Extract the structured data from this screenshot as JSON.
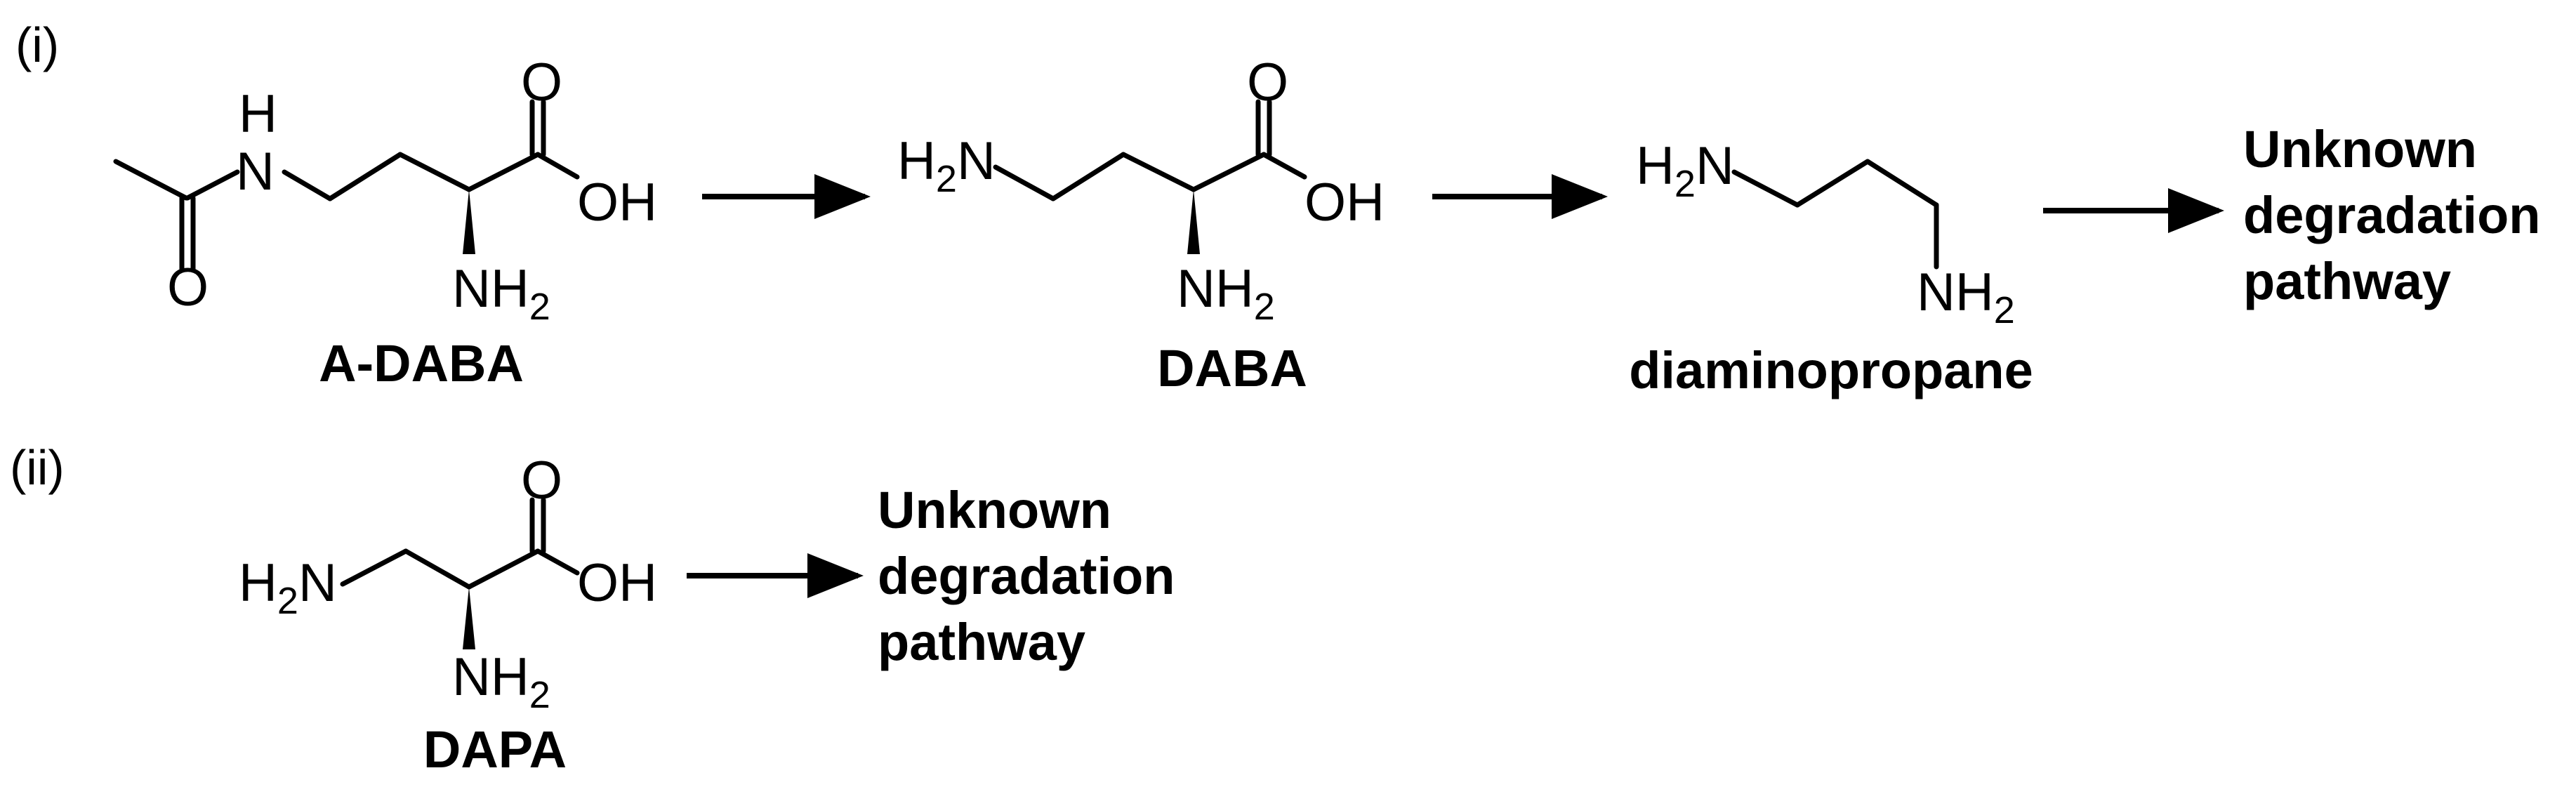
{
  "steps": {
    "i": "(i)",
    "ii": "(ii)"
  },
  "atoms": {
    "H": "H",
    "N": "N",
    "O": "O",
    "OH": "OH",
    "NH": "NH",
    "H2N": "H",
    "H2N_N": "N",
    "sub2": "2"
  },
  "compounds": {
    "a_daba": "A-DABA",
    "daba": "DABA",
    "diaminopropane": "diaminopropane",
    "dapa": "DAPA"
  },
  "outcome": {
    "line1": "Unknown",
    "line2": "degradation",
    "line3": "pathway"
  }
}
